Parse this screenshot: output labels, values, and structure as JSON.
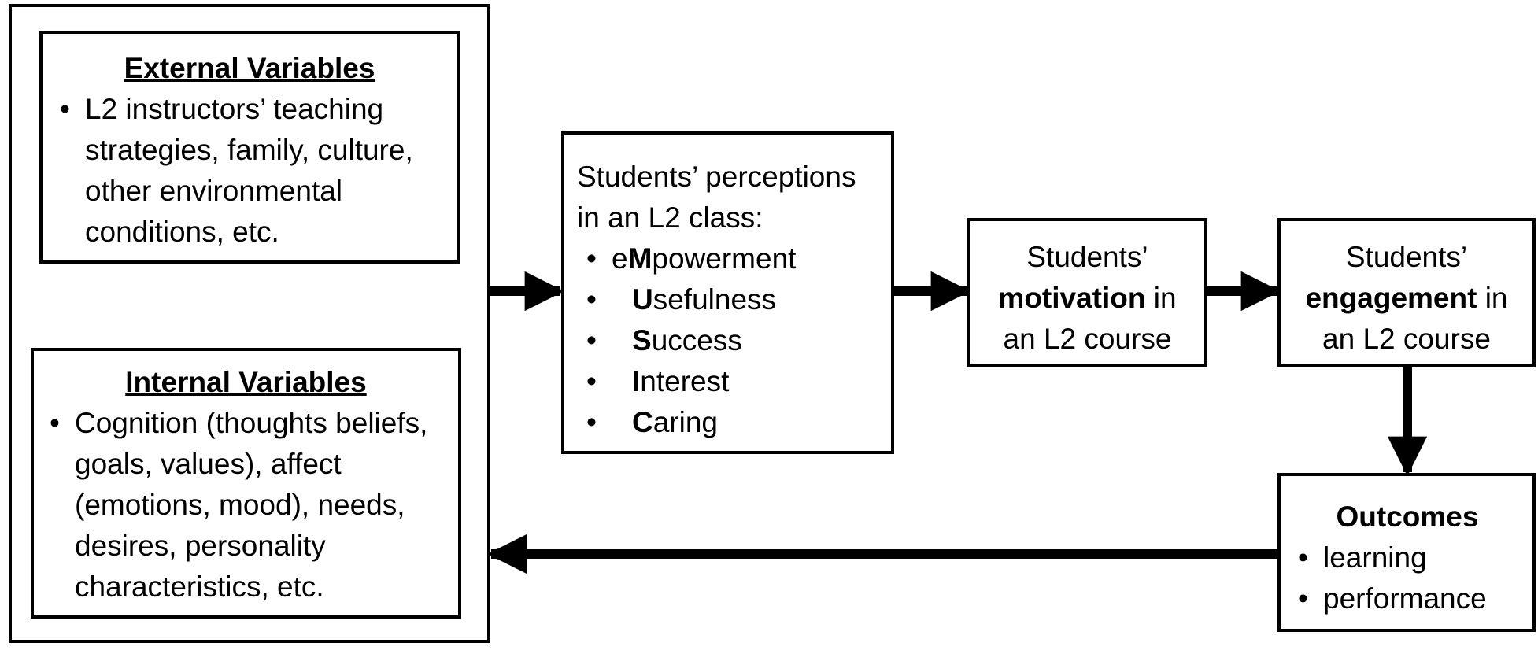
{
  "external": {
    "title": "External Variables",
    "items": [
      "L2 instructors’ teaching strategies, family, culture, other environmental conditions, etc."
    ]
  },
  "internal": {
    "title": "Internal Variables",
    "items": [
      "Cognition (thoughts beliefs, goals, values), affect (emotions, mood), needs, desires, personality characteristics, etc."
    ]
  },
  "perceptions": {
    "intro": "Students’ perceptions in an L2 class:",
    "items": [
      {
        "pre": "e",
        "bold": "M",
        "rest": "powerment"
      },
      {
        "pre": "",
        "bold": "U",
        "rest": "sefulness"
      },
      {
        "pre": "",
        "bold": "S",
        "rest": "uccess"
      },
      {
        "pre": "",
        "bold": "I",
        "rest": "nterest"
      },
      {
        "pre": "",
        "bold": "C",
        "rest": "aring"
      }
    ]
  },
  "motivation": {
    "line1": "Students’",
    "bold": "motivation",
    "after": " in",
    "line3": "an L2 course"
  },
  "engagement": {
    "line1": "Students’",
    "bold": "engagement",
    "after": " in",
    "line3": "an L2 course"
  },
  "outcomes": {
    "title": "Outcomes",
    "items": [
      "learning",
      "performance"
    ]
  },
  "colors": {
    "stroke": "#000000",
    "background": "#ffffff"
  }
}
